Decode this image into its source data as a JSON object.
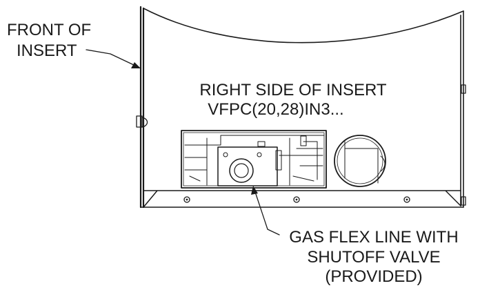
{
  "labels": {
    "front": [
      "FRONT OF",
      "INSERT"
    ],
    "side": [
      "RIGHT SIDE OF INSERT",
      "VFPC(20,28)IN3..."
    ],
    "gas": [
      "GAS FLEX LINE WITH",
      "SHUTOFF VALVE",
      "(PROVIDED)"
    ]
  },
  "colors": {
    "line": "#1a1a1a",
    "background": "#ffffff"
  }
}
